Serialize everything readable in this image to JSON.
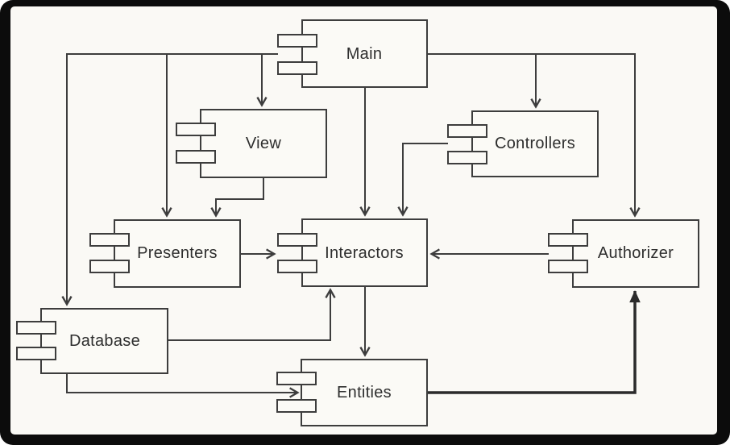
{
  "diagram": {
    "type": "uml-component-diagram",
    "components": [
      {
        "id": "main",
        "label": "Main",
        "icon": "uml-component-icon"
      },
      {
        "id": "view",
        "label": "View",
        "icon": "uml-component-icon"
      },
      {
        "id": "controllers",
        "label": "Controllers",
        "icon": "uml-component-icon"
      },
      {
        "id": "presenters",
        "label": "Presenters",
        "icon": "uml-component-icon"
      },
      {
        "id": "interactors",
        "label": "Interactors",
        "icon": "uml-component-icon"
      },
      {
        "id": "authorizer",
        "label": "Authorizer",
        "icon": "uml-component-icon"
      },
      {
        "id": "database",
        "label": "Database",
        "icon": "uml-component-icon"
      },
      {
        "id": "entities",
        "label": "Entities",
        "icon": "uml-component-icon"
      }
    ],
    "edges": [
      {
        "from": "Main",
        "to": "View",
        "style": "normal"
      },
      {
        "from": "Main",
        "to": "Presenters",
        "style": "normal"
      },
      {
        "from": "Main",
        "to": "Database",
        "style": "normal"
      },
      {
        "from": "Main",
        "to": "Interactors",
        "style": "normal"
      },
      {
        "from": "Main",
        "to": "Controllers",
        "style": "normal"
      },
      {
        "from": "Main",
        "to": "Authorizer",
        "style": "normal"
      },
      {
        "from": "View",
        "to": "Presenters",
        "style": "normal"
      },
      {
        "from": "Controllers",
        "to": "Interactors",
        "style": "normal"
      },
      {
        "from": "Presenters",
        "to": "Interactors",
        "style": "normal"
      },
      {
        "from": "Authorizer",
        "to": "Interactors",
        "style": "normal"
      },
      {
        "from": "Interactors",
        "to": "Entities",
        "style": "normal"
      },
      {
        "from": "Database",
        "to": "Interactors",
        "style": "normal"
      },
      {
        "from": "Database",
        "to": "Entities",
        "style": "normal"
      },
      {
        "from": "Entities",
        "to": "Authorizer",
        "style": "bold"
      }
    ],
    "colors": {
      "line": "#3d3d3d",
      "text": "#2e2e2e",
      "background": "#faf9f5",
      "frame": "#0c0c0c",
      "box_fill": "#fbfaf6"
    }
  }
}
